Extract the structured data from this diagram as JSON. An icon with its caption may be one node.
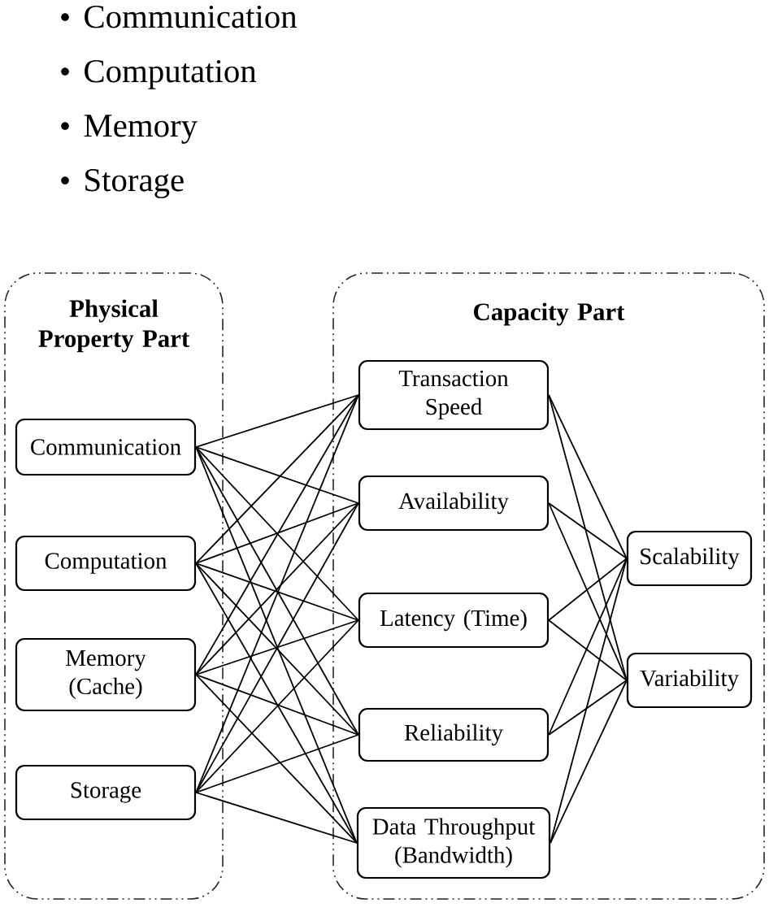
{
  "diagram": {
    "nodes": [
      {
        "text": [
          "Physical Property Part"
        ]
      },
      {
        "text": [
          "Communication"
        ],
        "in": 0
      },
      {
        "text": [
          "Computation"
        ],
        "in": 0
      },
      {
        "text": [
          "Memory (Cache)"
        ],
        "in": 0
      },
      {
        "text": [
          "Storage"
        ],
        "in": 0
      },
      {
        "text": [
          "Capacity Part"
        ]
      },
      {
        "text": [
          "Transaction Speed"
        ],
        "in": 5
      },
      {
        "text": [
          "Availability"
        ],
        "in": 5
      },
      {
        "text": [
          "Latency (Time)"
        ],
        "in": 5
      },
      {
        "text": [
          "Reliability"
        ],
        "in": 5
      },
      {
        "text": [
          "Data Throughput (Bandwidth)"
        ],
        "in": 5
      },
      {
        "text": [
          "Scalability"
        ],
        "in": 5
      },
      {
        "text": [
          "Variability"
        ],
        "in": 5
      }
    ],
    "edges": [
      {
        "from": 1,
        "to": 6,
        "arrow": "none"
      },
      {
        "from": 1,
        "to": 7,
        "arrow": "none"
      },
      {
        "from": 1,
        "to": 8,
        "arrow": "none"
      },
      {
        "from": 1,
        "to": 9,
        "arrow": "none"
      },
      {
        "from": 1,
        "to": 10,
        "arrow": "none"
      },
      {
        "from": 2,
        "to": 6,
        "arrow": "none"
      },
      {
        "from": 2,
        "to": 7,
        "arrow": "none"
      },
      {
        "from": 2,
        "to": 8,
        "arrow": "none"
      },
      {
        "from": 2,
        "to": 9,
        "arrow": "none"
      },
      {
        "from": 2,
        "to": 10,
        "arrow": "none"
      },
      {
        "from": 3,
        "to": 6,
        "arrow": "none"
      },
      {
        "from": 3,
        "to": 7,
        "arrow": "none"
      },
      {
        "from": 3,
        "to": 8,
        "arrow": "none"
      },
      {
        "from": 3,
        "to": 9,
        "arrow": "none"
      },
      {
        "from": 3,
        "to": 10,
        "arrow": "none"
      },
      {
        "from": 4,
        "to": 6,
        "arrow": "none"
      },
      {
        "from": 4,
        "to": 7,
        "arrow": "none"
      },
      {
        "from": 4,
        "to": 8,
        "arrow": "none"
      },
      {
        "from": 4,
        "to": 9,
        "arrow": "none"
      },
      {
        "from": 4,
        "to": 10,
        "arrow": "none"
      },
      {
        "from": 6,
        "to": 11,
        "arrow": "none"
      },
      {
        "from": 6,
        "to": 12,
        "arrow": "none"
      },
      {
        "from": 7,
        "to": 11,
        "arrow": "none"
      },
      {
        "from": 7,
        "to": 12,
        "arrow": "none"
      },
      {
        "from": 8,
        "to": 11,
        "arrow": "none"
      },
      {
        "from": 8,
        "to": 12,
        "arrow": "none"
      },
      {
        "from": 9,
        "to": 11,
        "arrow": "none"
      },
      {
        "from": 9,
        "to": 12,
        "arrow": "none"
      },
      {
        "from": 10,
        "to": 11,
        "arrow": "none"
      },
      {
        "from": 10,
        "to": 12,
        "arrow": "none"
      }
    ],
    "labels": [
      "Communication",
      "Computation",
      "Memory",
      "Storage"
    ]
  }
}
